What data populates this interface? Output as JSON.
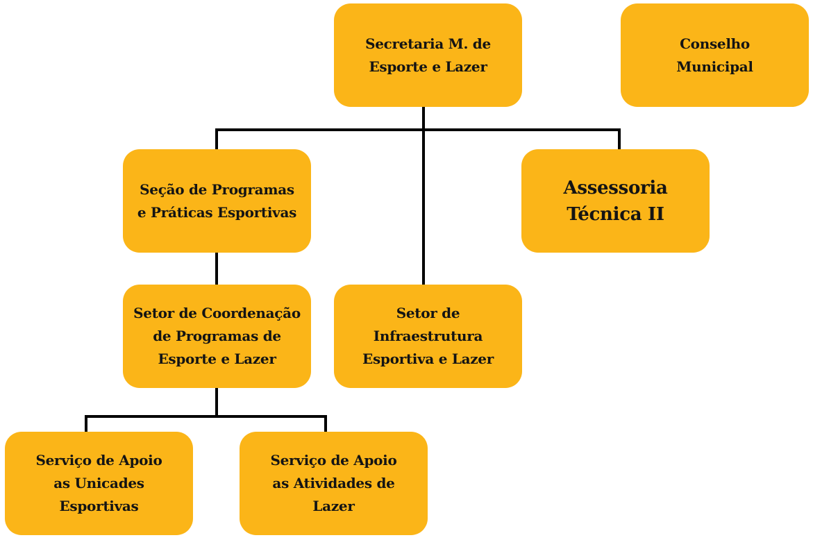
{
  "colors": {
    "node_fill": "#FBB518",
    "connector": "#000000",
    "text": "#141414"
  },
  "nodes": {
    "secretaria": {
      "label": "Secretaria M. de\nEsporte e Lazer"
    },
    "conselho": {
      "label": "Conselho\nMunicipal"
    },
    "secao_programas": {
      "label": "Seção de Programas\ne Práticas Esportivas"
    },
    "assessoria": {
      "label": "Assessoria\nTécnica II"
    },
    "setor_coordenacao": {
      "label": "Setor de Coordenação\nde Programas de\nEsporte e Lazer"
    },
    "setor_infraestrutura": {
      "label": "Setor de\nInfraestrutura\nEsportiva e Lazer"
    },
    "servico_unidades": {
      "label": "Serviço de Apoio\nas Unicades\nEsportivas"
    },
    "servico_atividades": {
      "label": "Serviço de Apoio\nas Atividades de\nLazer"
    }
  }
}
